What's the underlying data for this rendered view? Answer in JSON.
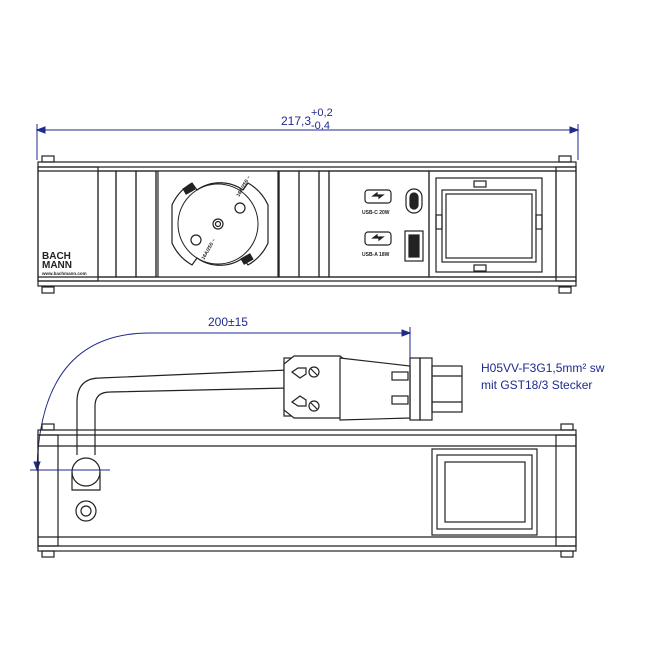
{
  "dimensions": {
    "width": {
      "value": "217,3",
      "tol_upper": "+0,2",
      "tol_lower": "-0,4"
    },
    "cable_length": "200±15"
  },
  "cable": {
    "line1": "H05VV-F3G1,5mm² sw",
    "line2": "mit GST18/3  Stecker"
  },
  "brand": {
    "line1": "BACH",
    "line2": "MANN",
    "url": "www.bachmann.com"
  },
  "socket": {
    "label_left": "16A/250 ~",
    "label_right": "16A/250 ~"
  },
  "usb": {
    "c_label": "USB-C 20W",
    "a_label": "USB-A 18W"
  },
  "colors": {
    "dimension": "#1f2a8c",
    "outline": "#222222"
  }
}
